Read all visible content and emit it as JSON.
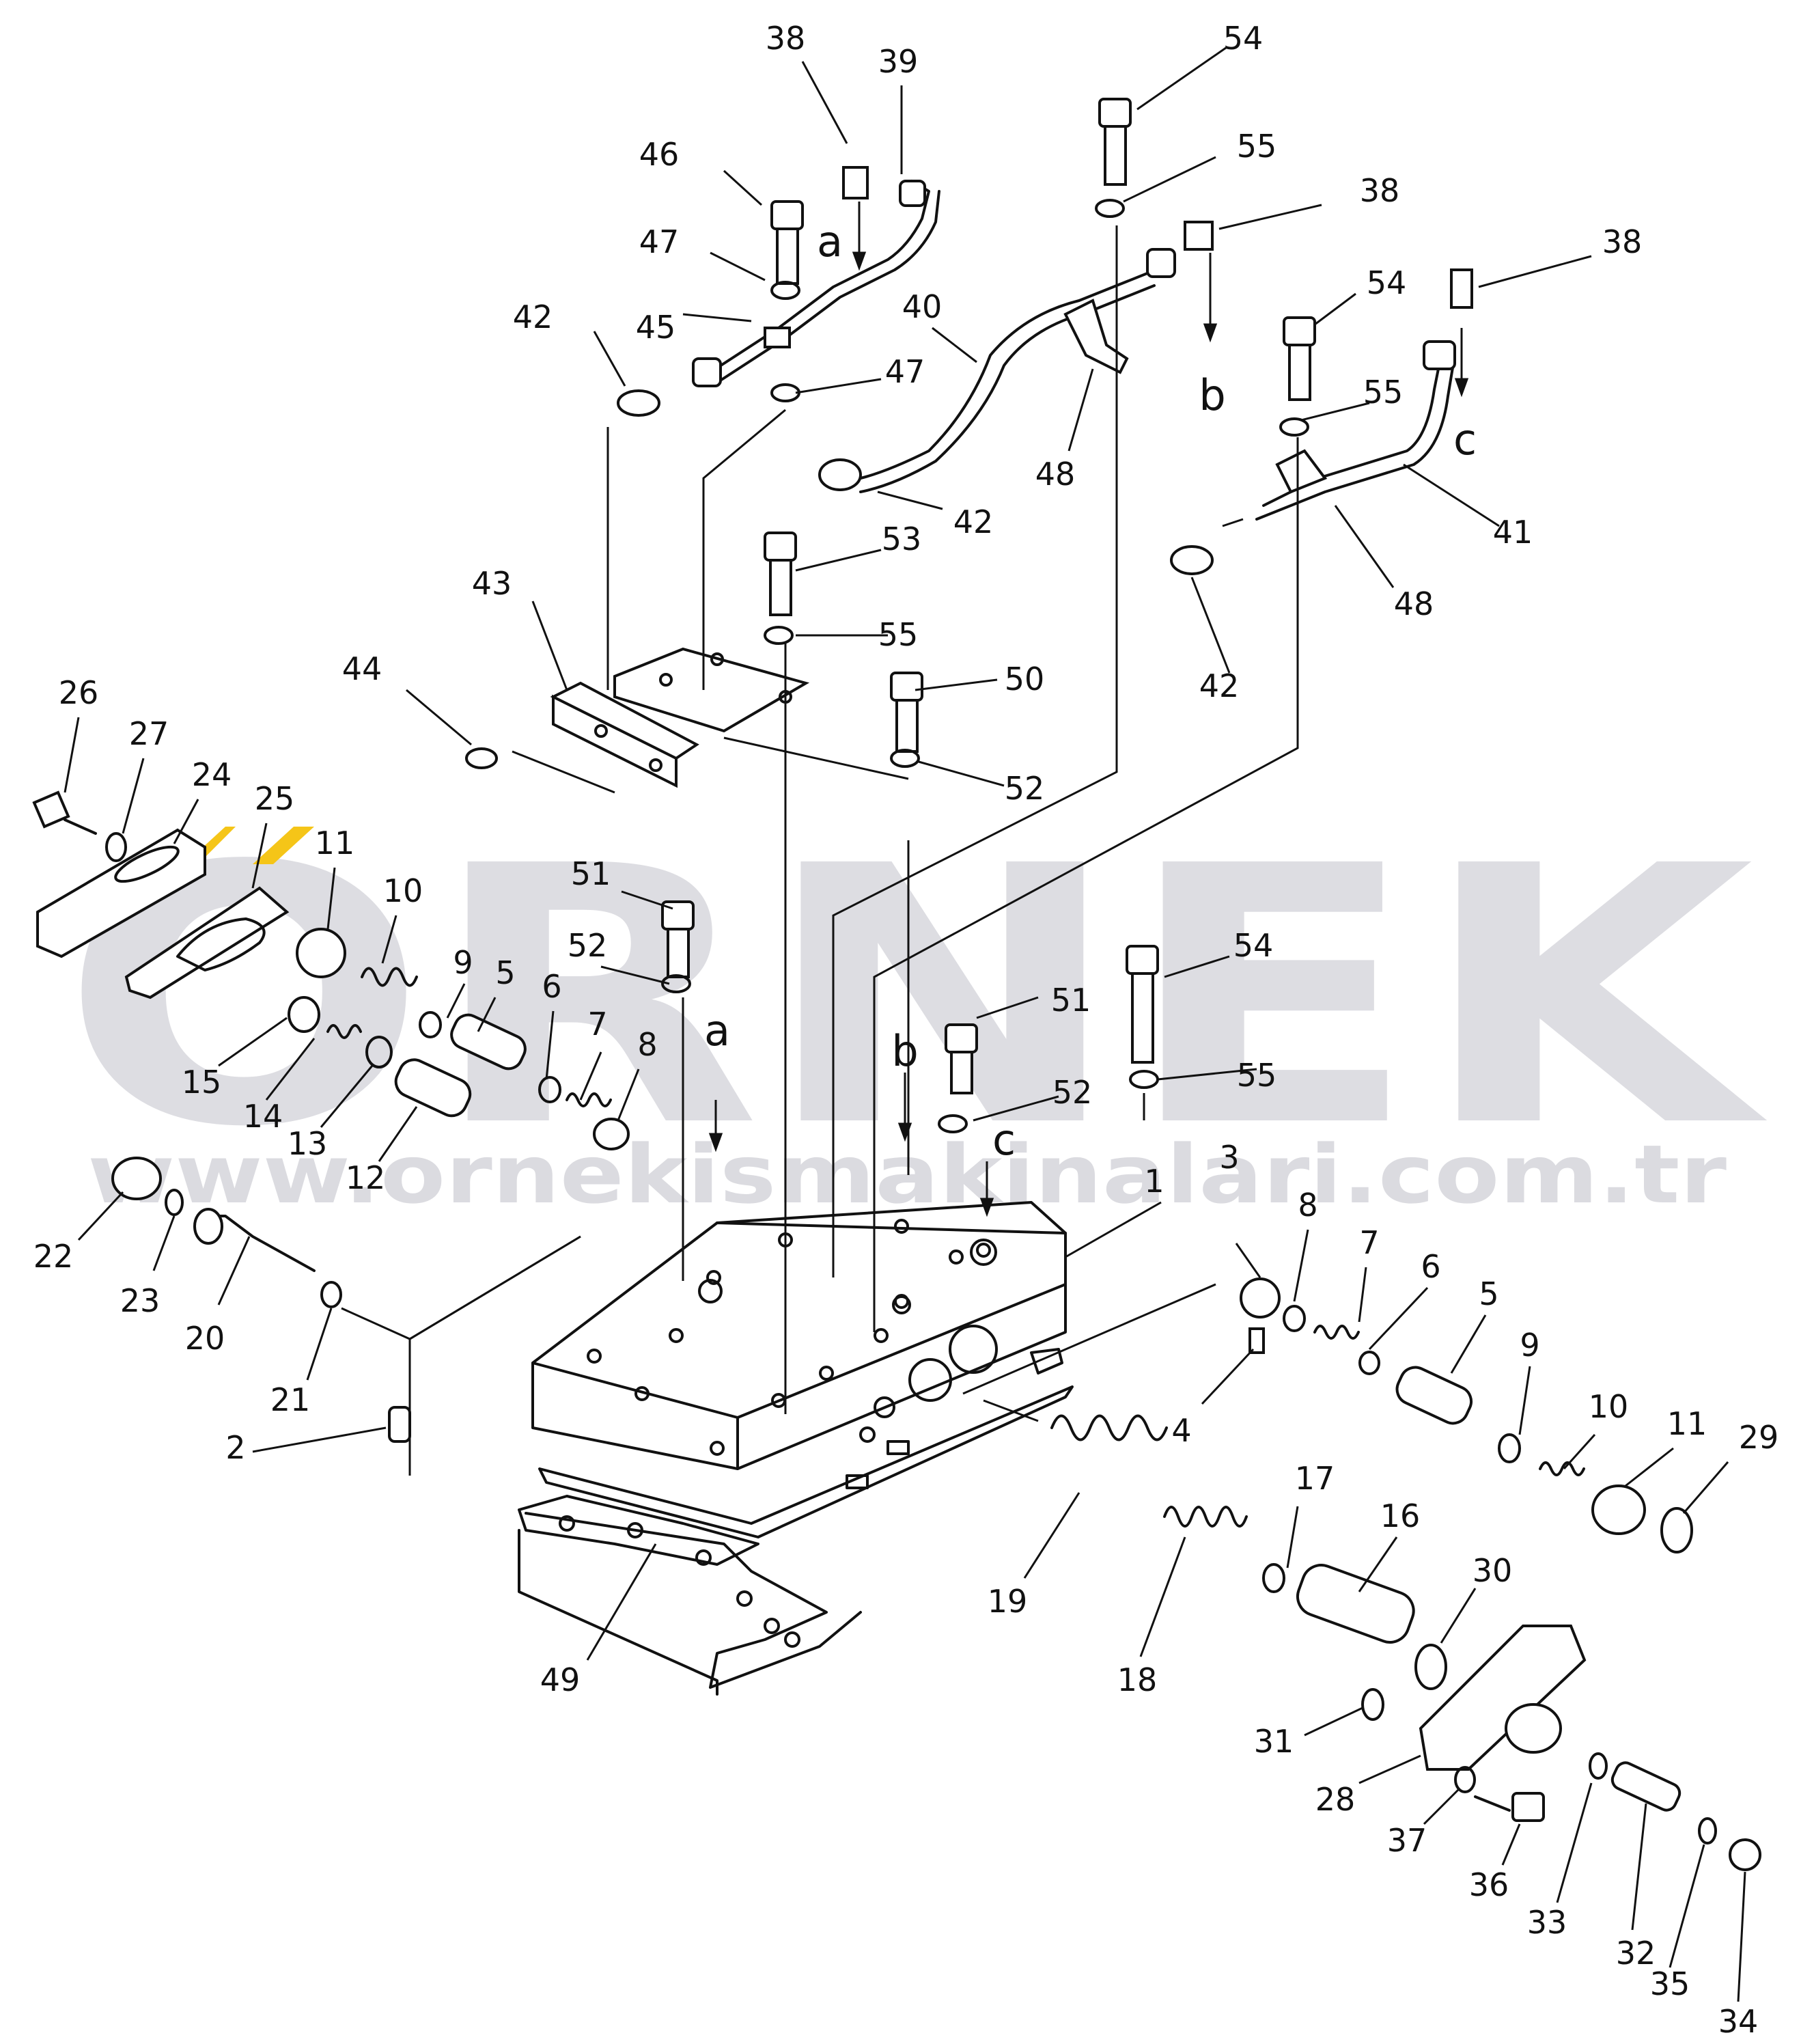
{
  "watermark": {
    "brand": "ORNEK",
    "url": "www.ornekismakinalari.com.tr",
    "brand_color": "#d8d8dd",
    "accent_color": "#f5c518"
  },
  "callouts": [
    {
      "id": "c-38a",
      "text": "38"
    },
    {
      "id": "c-39",
      "text": "39"
    },
    {
      "id": "c-46",
      "text": "46"
    },
    {
      "id": "c-47a",
      "text": "47"
    },
    {
      "id": "c-a-top",
      "text": "a"
    },
    {
      "id": "c-42a",
      "text": "42"
    },
    {
      "id": "c-45",
      "text": "45"
    },
    {
      "id": "c-47b",
      "text": "47"
    },
    {
      "id": "c-54a",
      "text": "54"
    },
    {
      "id": "c-55a",
      "text": "55"
    },
    {
      "id": "c-38b",
      "text": "38"
    },
    {
      "id": "c-38c",
      "text": "38"
    },
    {
      "id": "c-40",
      "text": "40"
    },
    {
      "id": "c-b-top",
      "text": "b"
    },
    {
      "id": "c-54b",
      "text": "54"
    },
    {
      "id": "c-55b",
      "text": "55"
    },
    {
      "id": "c-c-top",
      "text": "c"
    },
    {
      "id": "c-48a",
      "text": "48"
    },
    {
      "id": "c-42b",
      "text": "42"
    },
    {
      "id": "c-41",
      "text": "41"
    },
    {
      "id": "c-53",
      "text": "53"
    },
    {
      "id": "c-48b",
      "text": "48"
    },
    {
      "id": "c-43",
      "text": "43"
    },
    {
      "id": "c-55c",
      "text": "55"
    },
    {
      "id": "c-42c",
      "text": "42"
    },
    {
      "id": "c-44",
      "text": "44"
    },
    {
      "id": "c-50",
      "text": "50"
    },
    {
      "id": "c-52a",
      "text": "52"
    },
    {
      "id": "c-26",
      "text": "26"
    },
    {
      "id": "c-27",
      "text": "27"
    },
    {
      "id": "c-24",
      "text": "24"
    },
    {
      "id": "c-25",
      "text": "25"
    },
    {
      "id": "c-11a",
      "text": "11"
    },
    {
      "id": "c-10a",
      "text": "10"
    },
    {
      "id": "c-51a",
      "text": "51"
    },
    {
      "id": "c-52b",
      "text": "52"
    },
    {
      "id": "c-54c",
      "text": "54"
    },
    {
      "id": "c-9a",
      "text": "9"
    },
    {
      "id": "c-5a",
      "text": "5"
    },
    {
      "id": "c-6a",
      "text": "6"
    },
    {
      "id": "c-7a",
      "text": "7"
    },
    {
      "id": "c-8a",
      "text": "8"
    },
    {
      "id": "c-a-mid",
      "text": "a"
    },
    {
      "id": "c-51b",
      "text": "51"
    },
    {
      "id": "c-b-mid",
      "text": "b"
    },
    {
      "id": "c-52c",
      "text": "52"
    },
    {
      "id": "c-55d",
      "text": "55"
    },
    {
      "id": "c-c-mid",
      "text": "c"
    },
    {
      "id": "c-15",
      "text": "15"
    },
    {
      "id": "c-14",
      "text": "14"
    },
    {
      "id": "c-13",
      "text": "13"
    },
    {
      "id": "c-12",
      "text": "12"
    },
    {
      "id": "c-1",
      "text": "1"
    },
    {
      "id": "c-3",
      "text": "3"
    },
    {
      "id": "c-8b",
      "text": "8"
    },
    {
      "id": "c-7b",
      "text": "7"
    },
    {
      "id": "c-6b",
      "text": "6"
    },
    {
      "id": "c-5b",
      "text": "5"
    },
    {
      "id": "c-9b",
      "text": "9"
    },
    {
      "id": "c-10b",
      "text": "10"
    },
    {
      "id": "c-11b",
      "text": "11"
    },
    {
      "id": "c-29",
      "text": "29"
    },
    {
      "id": "c-22",
      "text": "22"
    },
    {
      "id": "c-23",
      "text": "23"
    },
    {
      "id": "c-20",
      "text": "20"
    },
    {
      "id": "c-21",
      "text": "21"
    },
    {
      "id": "c-4",
      "text": "4"
    },
    {
      "id": "c-2",
      "text": "2"
    },
    {
      "id": "c-17",
      "text": "17"
    },
    {
      "id": "c-16",
      "text": "16"
    },
    {
      "id": "c-19",
      "text": "19"
    },
    {
      "id": "c-18",
      "text": "18"
    },
    {
      "id": "c-30",
      "text": "30"
    },
    {
      "id": "c-49",
      "text": "49"
    },
    {
      "id": "c-31",
      "text": "31"
    },
    {
      "id": "c-28",
      "text": "28"
    },
    {
      "id": "c-37",
      "text": "37"
    },
    {
      "id": "c-36",
      "text": "36"
    },
    {
      "id": "c-33",
      "text": "33"
    },
    {
      "id": "c-32",
      "text": "32"
    },
    {
      "id": "c-35",
      "text": "35"
    },
    {
      "id": "c-34",
      "text": "34"
    }
  ]
}
